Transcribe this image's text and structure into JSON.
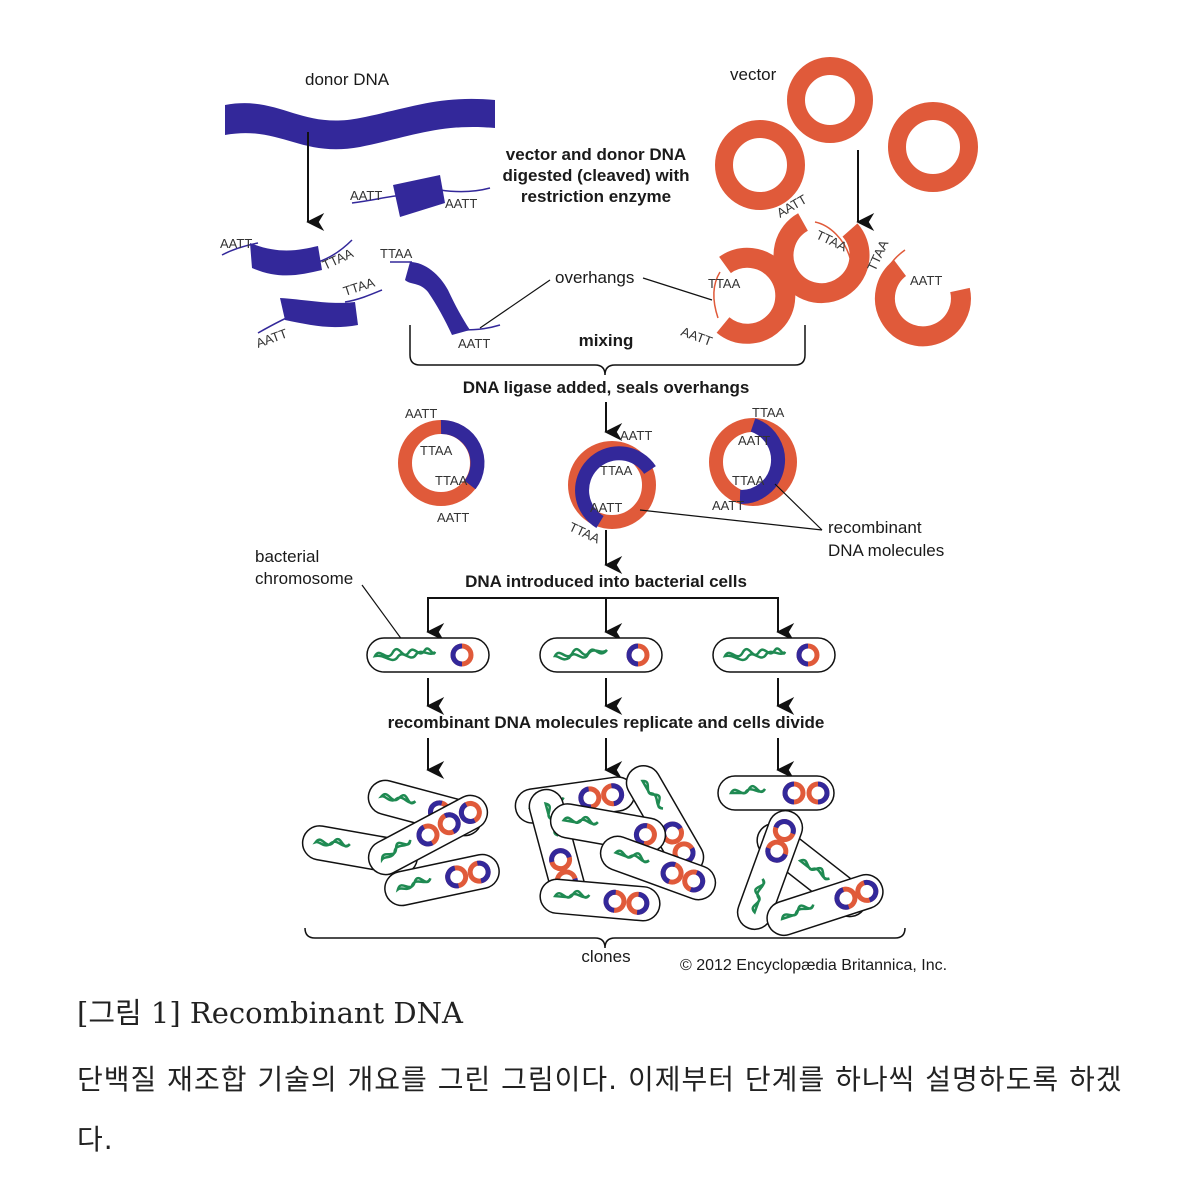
{
  "figure": {
    "labels": {
      "donor_dna": "donor DNA",
      "vector": "vector",
      "step_digest_1": "vector and donor DNA",
      "step_digest_2": "digested (cleaved) with",
      "step_digest_3": "restriction enzyme",
      "overhangs": "overhangs",
      "mixing": "mixing",
      "ligase": "DNA ligase added, seals overhangs",
      "recombinant_1": "recombinant",
      "recombinant_2": "DNA molecules",
      "bacterial_1": "bacterial",
      "bacterial_2": "chromosome",
      "introduced": "DNA introduced into bacterial cells",
      "replicate": "recombinant DNA molecules replicate and cells divide",
      "clones": "clones",
      "copyright": "© 2012 Encyclopædia Britannica, Inc."
    },
    "sequences": {
      "aatt": "AATT",
      "ttaa": "TTAA"
    },
    "colors": {
      "donor": "#33289a",
      "vector": "#e05a3a",
      "chromosome": "#1f8a52"
    }
  },
  "caption": "[그림 1] Recombinant DNA",
  "paragraph": "단백질 재조합 기술의 개요를 그린 그림이다. 이제부터 단계를 하나씩 설명하도록 하겠다."
}
